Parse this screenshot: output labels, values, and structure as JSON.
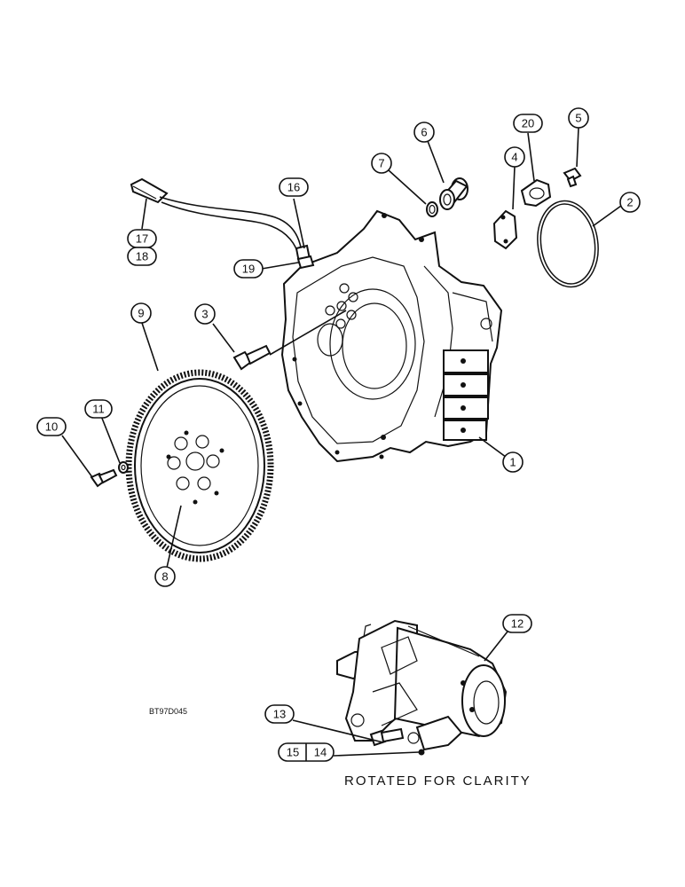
{
  "callouts": [
    {
      "id": "c1",
      "label": "1"
    },
    {
      "id": "c2",
      "label": "2"
    },
    {
      "id": "c3",
      "label": "3"
    },
    {
      "id": "c4",
      "label": "4"
    },
    {
      "id": "c5",
      "label": "5"
    },
    {
      "id": "c6",
      "label": "6"
    },
    {
      "id": "c7",
      "label": "7"
    },
    {
      "id": "c8",
      "label": "8"
    },
    {
      "id": "c9",
      "label": "9"
    },
    {
      "id": "c10",
      "label": "10"
    },
    {
      "id": "c11",
      "label": "11"
    },
    {
      "id": "c12",
      "label": "12"
    },
    {
      "id": "c13",
      "label": "13"
    },
    {
      "id": "c14",
      "label": "14"
    },
    {
      "id": "c15",
      "label": "15"
    },
    {
      "id": "c16",
      "label": "16"
    },
    {
      "id": "c17",
      "label": "17"
    },
    {
      "id": "c18",
      "label": "18"
    },
    {
      "id": "c19",
      "label": "19"
    },
    {
      "id": "c20",
      "label": "20"
    }
  ],
  "caption": "ROTATED FOR CLARITY",
  "figure_code": "BT97D045"
}
